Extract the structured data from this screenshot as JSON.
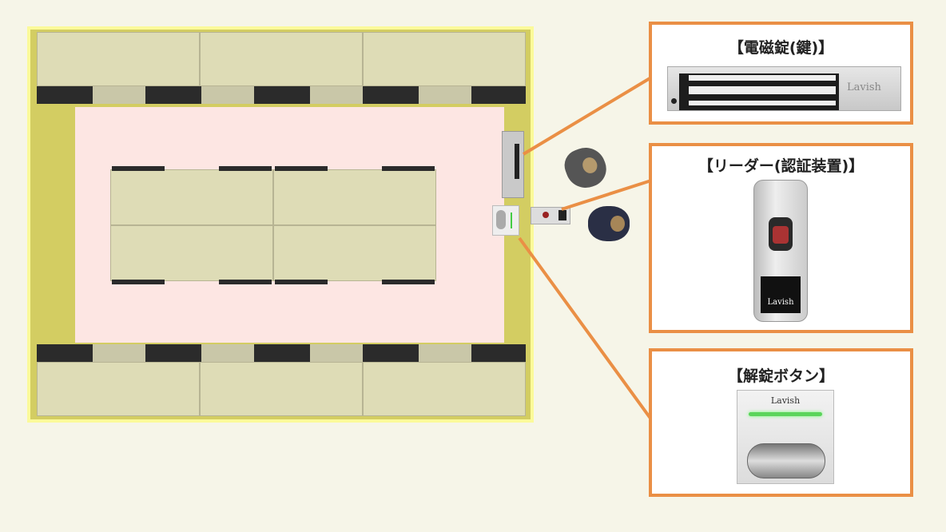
{
  "callouts": [
    {
      "title": "【電磁錠(鍵)】",
      "device_brand": "Lavish"
    },
    {
      "title": "【リーダー(認証装置)】",
      "device_brand": "Lavish"
    },
    {
      "title": "【解錠ボタン】",
      "device_brand": "Lavish"
    }
  ],
  "colors": {
    "accent": "#ea8f45",
    "background": "#f6f5e8",
    "wall": "#d3cd62",
    "floor": "#fde6e3"
  }
}
